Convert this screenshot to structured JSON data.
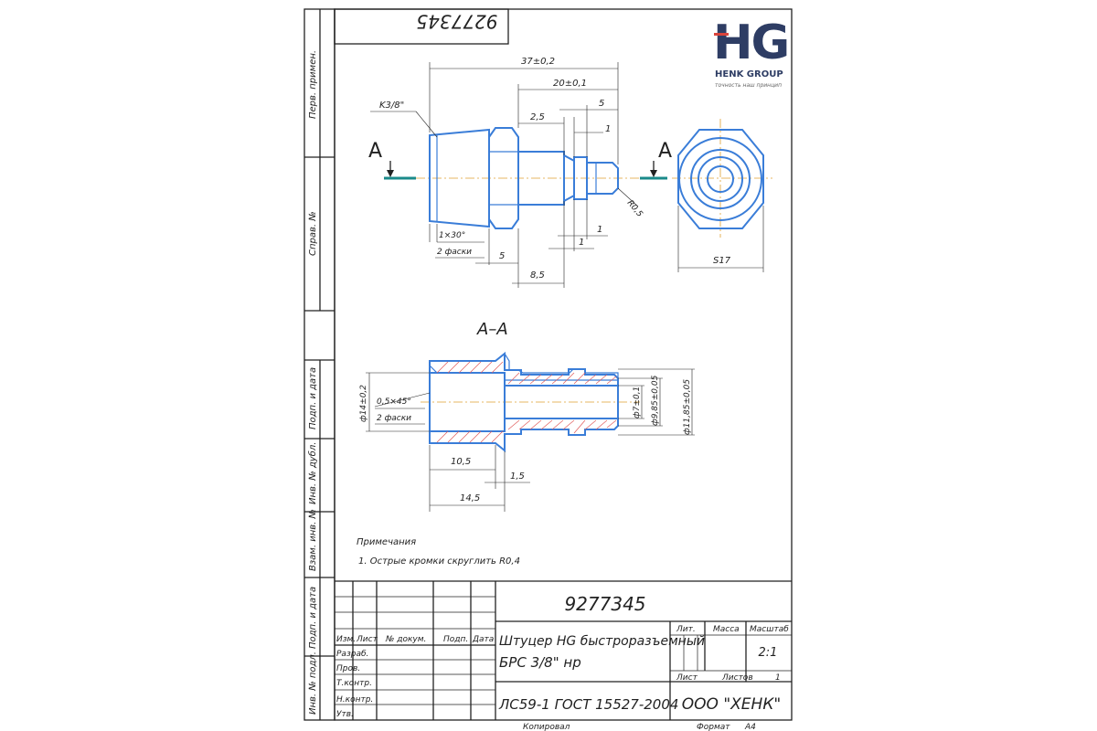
{
  "drawing_number_rotated": "9277345",
  "logo": {
    "mark": "HG",
    "company": "HENK GROUP",
    "tagline": "точность наш принцип"
  },
  "side_labels": [
    "Перв. примен.",
    "Справ. №",
    "Подп. и дата",
    "Инв. № дубл.",
    "Взам. инв. №",
    "Подп. и дата",
    "Инв. № подл."
  ],
  "view_top": {
    "section_marker": "A",
    "thread_label": "K3/8\"",
    "dims": {
      "overall": "37±0,2",
      "d20": "20±0,1",
      "d5_top": "5",
      "d25": "2,5",
      "d1_top": "1",
      "radius": "R0,5",
      "chamfer": "1×30°",
      "chamfer_note": "2 фаски",
      "d5_bottom": "5",
      "d85": "8,5",
      "d1_b1": "1",
      "d1_b2": "1",
      "s17": "S17"
    }
  },
  "section": {
    "title": "А–А",
    "dims": {
      "d14": "ф14±0,2",
      "chamfer": "0,5×45°",
      "chamfer_note": "2 фаски",
      "d7": "ф7±0,1",
      "d985": "ф9,85±0,05",
      "d1185": "ф11,85±0,05",
      "l105": "10,5",
      "l15": "1,5",
      "l145": "14,5"
    }
  },
  "notes": {
    "heading": "Примечания",
    "item1": "1. Острые кромки скруглить R0,4"
  },
  "title_block": {
    "number": "9277345",
    "name_line1": "Штуцер HG быстроразъемный",
    "name_line2": "БРС 3/8\" нр",
    "material": "ЛС59-1 ГОСТ 15527-2004",
    "company": "ООО \"ХЕНК\"",
    "col_izm": "Изм.",
    "col_list": "Лист",
    "col_docnum": "№ докум.",
    "col_sign": "Подп.",
    "col_date": "Дата",
    "row_razrab": "Разраб.",
    "row_prov": "Пров.",
    "row_tkontr": "Т.контр.",
    "row_nkontr": "Н.контр.",
    "row_utv": "Утв.",
    "lit": "Лит.",
    "massa": "Масса",
    "masshtab": "Масштаб",
    "scale_value": "2:1",
    "list_label": "Лист",
    "listov_label": "Листов",
    "listov_value": "1",
    "kopiroval": "Копировал",
    "format_label": "Формат",
    "format_value": "А4"
  },
  "colors": {
    "outline": "#222222",
    "part": "#3a7dd8",
    "hatch": "#e05a5a",
    "axis": "#e0a030",
    "logo_dark": "#2e3d64",
    "logo_red": "#d9443c",
    "section_mark": "#1a8a8a"
  }
}
